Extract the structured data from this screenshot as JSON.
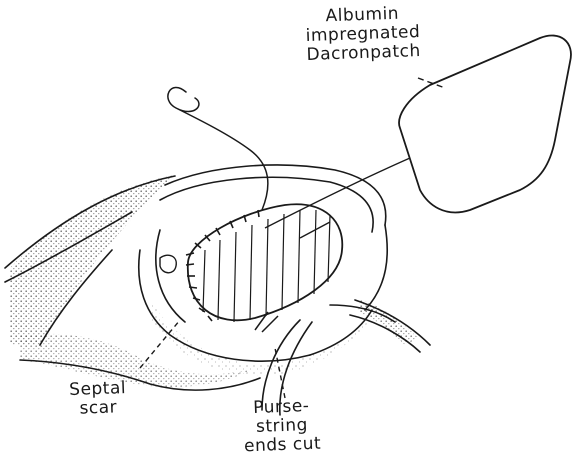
{
  "figure": {
    "labels": {
      "patch": {
        "line1": "Albumin",
        "line2": "impregnated",
        "line3": "Dacronpatch"
      },
      "septal": {
        "line1": "Septal",
        "line2": "scar"
      },
      "purse": {
        "line1": "Purse-",
        "line2": "string",
        "line3": "ends cut"
      }
    },
    "colors": {
      "ink": "#1a1a1a",
      "shade": "#b5b5b5",
      "paper": "#ffffff"
    }
  }
}
